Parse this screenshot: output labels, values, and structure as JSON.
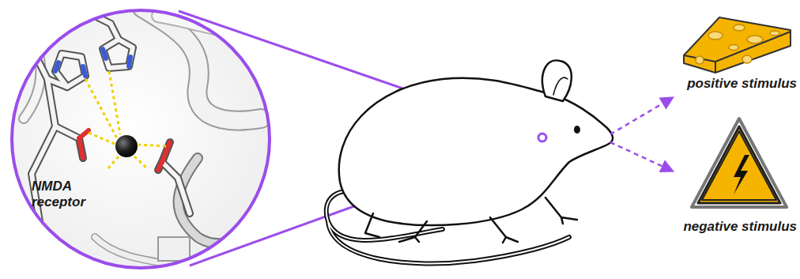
{
  "diagram": {
    "labels": [
      "NMDA receptor",
      "positive stimulus",
      "negative stimulus"
    ]
  }
}
